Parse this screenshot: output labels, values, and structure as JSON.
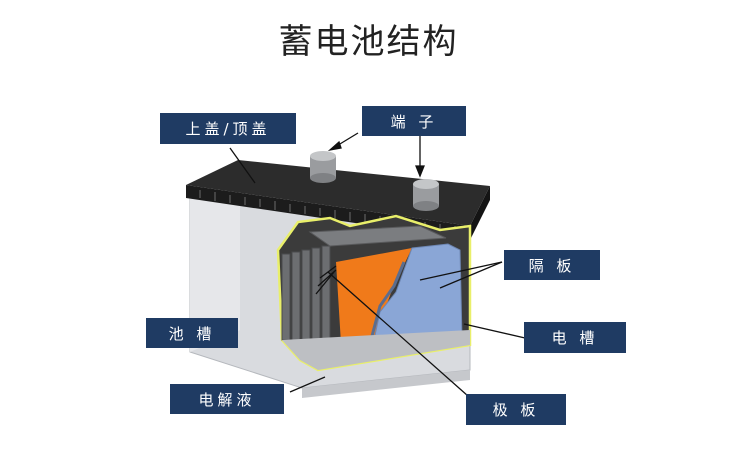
{
  "title": "蓄电池结构",
  "labels": {
    "cover": "上盖/顶盖",
    "terminal": "端  子",
    "separator": "隔  板",
    "container": "池  槽",
    "cell_slot": "电  槽",
    "electrolyte": "电解液",
    "plate": "极  板"
  },
  "colors": {
    "label_bg": "#1f3b63",
    "cover": "#2a2a2a",
    "case": "#d9dbdf",
    "plate_orange": "#f07a1a",
    "separator_blue": "#8aa6d6",
    "outline_yellow": "#e9ef6a"
  }
}
